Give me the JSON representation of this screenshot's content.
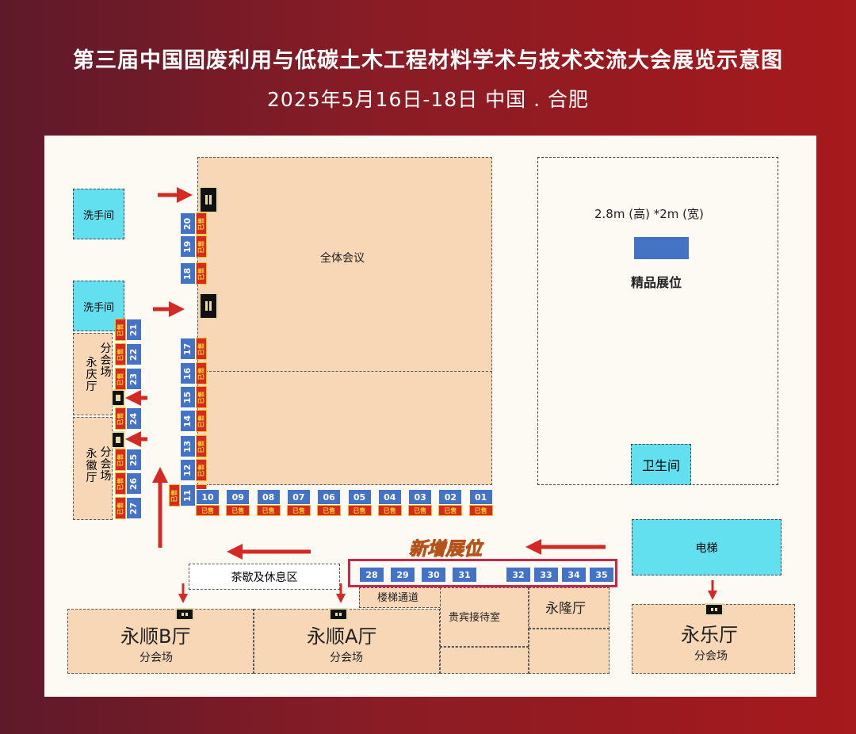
{
  "header": {
    "title": "第三届中国固废利用与低碳土木工程材料学术与技术交流大会展览示意图",
    "subtitle": "2025年5月16日-18日   中国 . 合肥"
  },
  "legend": {
    "size": "2.8m (高) *2m (宽)",
    "label": "精品展位",
    "color": "#4472c4"
  },
  "rooms": {
    "plenary": "全体会议",
    "wash1": "洗手间",
    "wash2": "洗手间",
    "toilet": "卫生间",
    "elevator": "电梯",
    "tea": "茶歇及休息区",
    "stairs": "楼梯通道",
    "vip": "贵宾接待室",
    "yonglong": "永隆厅",
    "yongshunB": "永顺B厅",
    "yongshunA": "永顺A厅",
    "yongle": "永乐厅",
    "sub": "分会场",
    "yongqing": "永庆厅",
    "yonghui": "永徽厅",
    "sub_v": "分会场"
  },
  "new_booths_label": "新增展位",
  "sold_label": "已售",
  "booths": {
    "left_col": [
      "20",
      "19",
      "18",
      "17",
      "16",
      "15",
      "14",
      "13",
      "12",
      "11"
    ],
    "side_col": [
      "21",
      "22",
      "23",
      "24",
      "25",
      "26",
      "27"
    ],
    "bottom_row": [
      "10",
      "09",
      "08",
      "07",
      "06",
      "05",
      "04",
      "03",
      "02",
      "01"
    ],
    "new_row": [
      "28",
      "29",
      "30",
      "31",
      "32",
      "33",
      "34",
      "35"
    ]
  },
  "colors": {
    "booth": "#4472c4",
    "sold": "#d62a1f",
    "arrow": "#d42a26",
    "room": "#f8d7b6",
    "wash": "#62e0f0"
  }
}
